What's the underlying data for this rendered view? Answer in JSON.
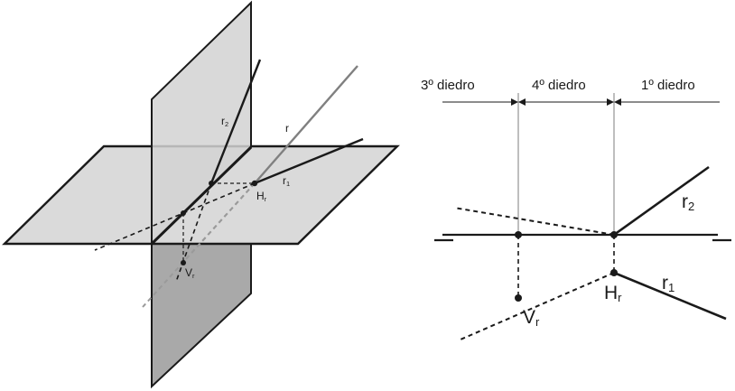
{
  "perspective": {
    "labels": {
      "r": "r",
      "r1": {
        "base": "r",
        "sub": "1"
      },
      "r2": {
        "base": "r",
        "sub": "2"
      },
      "hr": {
        "base": "H",
        "sub": "r"
      },
      "vr": {
        "base": "V",
        "sub": "r"
      }
    }
  },
  "projection": {
    "dihedra": [
      "3º diedro",
      "4º diedro",
      "1º diedro"
    ],
    "labels": {
      "r1": {
        "base": "r",
        "sub": "1"
      },
      "r2": {
        "base": "r",
        "sub": "2"
      },
      "hr": {
        "base": "H",
        "sub": "r"
      },
      "vr": {
        "base": "V",
        "sub": "r"
      }
    }
  },
  "colors": {
    "ink": "#1a1a1a",
    "plane_light": "#d9d9d9",
    "plane_dark": "#a8a8a8",
    "line_gray": "#808080",
    "hidden_gray": "#9a9a9a"
  }
}
